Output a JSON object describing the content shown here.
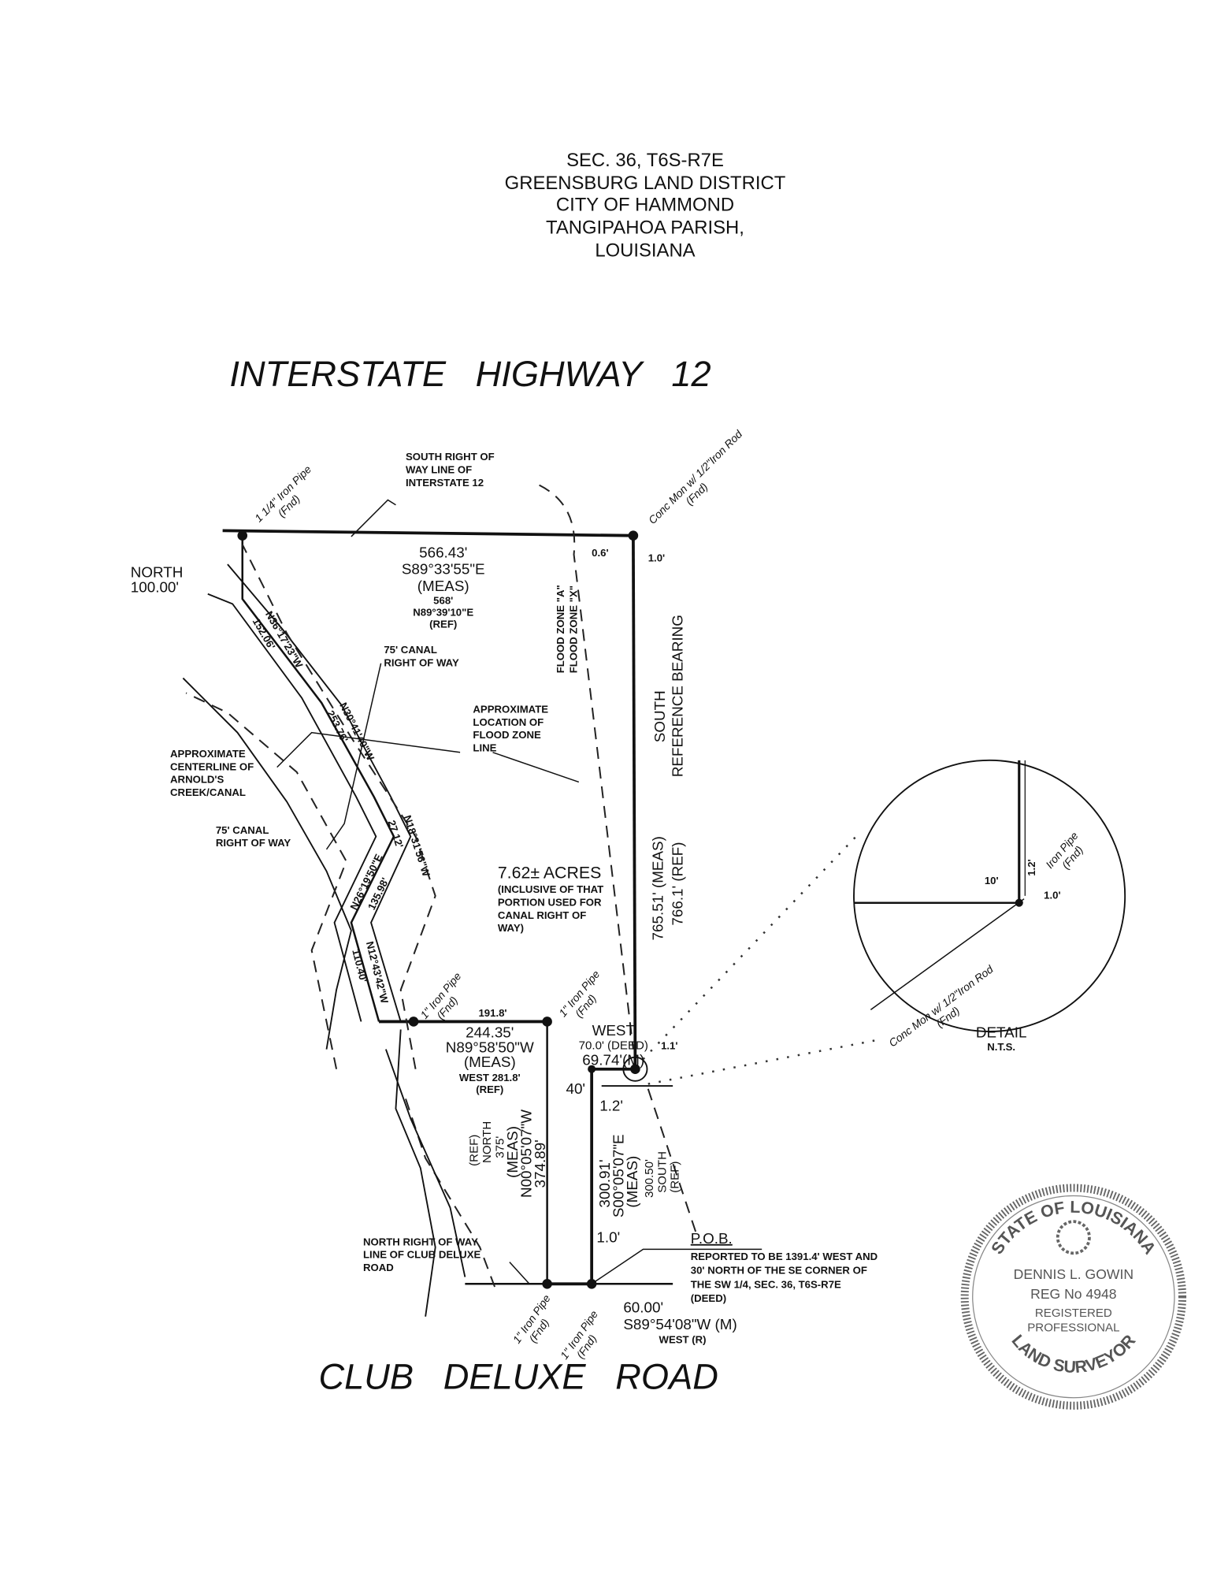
{
  "header": {
    "lines": [
      "SEC. 36, T6S-R7E",
      "GREENSBURG LAND DISTRICT",
      "CITY OF HAMMOND",
      "TANGIPAHOA PARISH,",
      "LOUISIANA"
    ]
  },
  "roads": {
    "north": "INTERSTATE   HIGHWAY   12",
    "south": "CLUB   DELUXE   ROAD"
  },
  "labels": {
    "south_row": [
      "SOUTH RIGHT OF",
      "WAY LINE OF",
      "INTERSTATE 12"
    ],
    "iron_pipe_nw": [
      "1 1/4\" Iron Pipe",
      "(Fnd)"
    ],
    "conc_mon": [
      "Conc Mon w/ 1/2\"Iron Rod",
      "(Fnd)"
    ],
    "north_100": [
      "NORTH",
      "100.00'"
    ],
    "top_dist": "566.43'",
    "top_bearing": "S89°33'55\"E",
    "top_meas": "(MEAS)",
    "top_ref_dist": "568'",
    "top_ref_bearing": "N89°39'10\"E",
    "top_ref": "(REF)",
    "offset_06": "0.6'",
    "offset_10": "1.0'",
    "offset_11_east": "1.1'",
    "flood_zone_a": "FLOOD ZONE \"A\"",
    "flood_zone_x": "FLOOD ZONE \"X\"",
    "canal_row_1": [
      "75' CANAL",
      "RIGHT OF WAY"
    ],
    "canal_row_2": [
      "75' CANAL",
      "RIGHT OF WAY"
    ],
    "centerline": [
      "APPROXIMATE",
      "CENTERLINE OF",
      "ARNOLD'S",
      "CREEK/CANAL"
    ],
    "flood_line": [
      "APPROXIMATE",
      "LOCATION OF",
      "FLOOD ZONE",
      "LINE"
    ],
    "south_ref": [
      "SOUTH",
      "REFERENCE BEARING"
    ],
    "east_meas": "765.51' (MEAS)",
    "east_ref": "766.1' (REF)",
    "acres": "7.62± ACRES",
    "acres_note": [
      "(INCLUSIVE OF THAT",
      "PORTION USED FOR",
      "CANAL RIGHT OF",
      "WAY)"
    ],
    "w1": [
      "N36°17'23\"W",
      "152.06'"
    ],
    "w2": [
      "N30°41'40\"W",
      "253.76'"
    ],
    "w3": [
      "N18°31'56\"W",
      "27.12'"
    ],
    "w4": [
      "N26°19'50\"E",
      "135.98'"
    ],
    "w5": [
      "N12°43'42\"W",
      "110.40'"
    ],
    "iron_pipe_1": [
      "1\" Iron Pipe",
      "(Fnd)"
    ],
    "iron_pipe_2": [
      "1\" Iron Pipe",
      "(Fnd)"
    ],
    "iron_pipe_3": [
      "1\" Iron Pipe",
      "(Fnd)"
    ],
    "iron_pipe_4": [
      "1\" Iron Pipe",
      "(Fnd)"
    ],
    "mid_191": "191.8'",
    "mid_dist": "244.35'",
    "mid_bearing": "N89°58'50\"W",
    "mid_meas": "(MEAS)",
    "mid_ref": [
      "WEST 281.8'",
      "(REF)"
    ],
    "west_label": "WEST",
    "west_deed": "70.0' (DEED)",
    "west_meas": "69.74'(M)",
    "off_40": "40'",
    "off_12": "1.2'",
    "off_10b": "1.0'",
    "v_left": [
      "N00°05'07\"W",
      "374.89'",
      "(MEAS)",
      "375'",
      "NORTH",
      "(REF)"
    ],
    "v_right": [
      "300.91'",
      "S00°05'07\"E",
      "(MEAS)",
      "300.50'",
      "SOUTH",
      "(REF)"
    ],
    "north_row": [
      "NORTH RIGHT OF WAY",
      "LINE OF CLUB DELUXE",
      "ROAD"
    ],
    "pob": "P.O.B.",
    "pob_note": [
      "REPORTED TO BE 1391.4' WEST AND",
      "30' NORTH OF THE SE CORNER OF",
      "THE SW 1/4, SEC. 36, T6S-R7E",
      "(DEED)"
    ],
    "bottom_dist": "60.00'",
    "bottom_bearing": "S89°54'08\"W (M)",
    "bottom_ref": "WEST (R)"
  },
  "detail": {
    "title": "DETAIL",
    "subtitle": "N.T.S.",
    "d10": "10'",
    "d12": "1.2'",
    "d10b": "1.0'",
    "pipe": [
      "Iron Pipe",
      "(Fnd)"
    ],
    "mon": [
      "Conc Mon w/ 1/2\"Iron Rod",
      "(Fnd)"
    ]
  },
  "seal": {
    "top": "STATE OF LOUISIANA",
    "name": "DENNIS L. GOWIN",
    "reg": "REG No 4948",
    "l1": "REGISTERED",
    "l2": "PROFESSIONAL",
    "bottom": "LAND SURVEYOR"
  }
}
